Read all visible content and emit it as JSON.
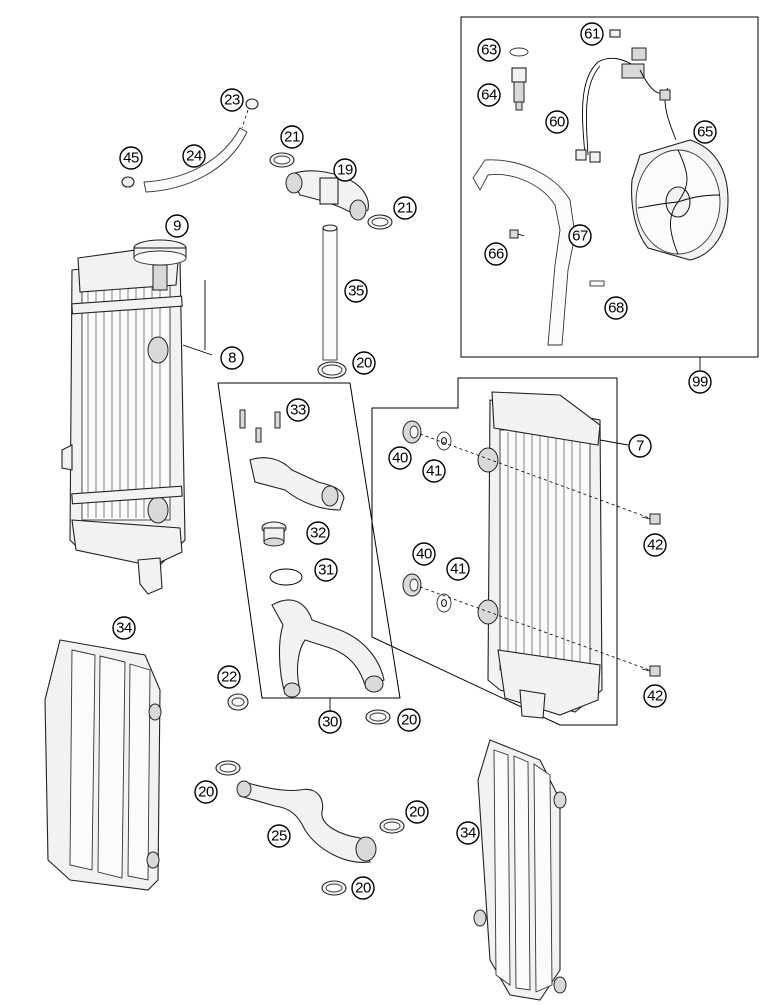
{
  "callouts": {
    "c7": "7",
    "c8": "8",
    "c9": "9",
    "c19": "19",
    "c20a": "20",
    "c20b": "20",
    "c20c": "20",
    "c20d": "20",
    "c20e": "20",
    "c21a": "21",
    "c21b": "21",
    "c22": "22",
    "c23": "23",
    "c24": "24",
    "c25": "25",
    "c30": "30",
    "c31": "31",
    "c32": "32",
    "c33": "33",
    "c34a": "34",
    "c34b": "34",
    "c35": "35",
    "c40a": "40",
    "c40b": "40",
    "c41a": "41",
    "c41b": "41",
    "c42a": "42",
    "c42b": "42",
    "c45": "45",
    "c60": "60",
    "c61": "61",
    "c63": "63",
    "c64": "64",
    "c65": "65",
    "c66": "66",
    "c67": "67",
    "c68": "68",
    "c99": "99"
  },
  "colors": {
    "line": "#000000",
    "part_fill": "#f2f2f2",
    "background": "#ffffff"
  }
}
